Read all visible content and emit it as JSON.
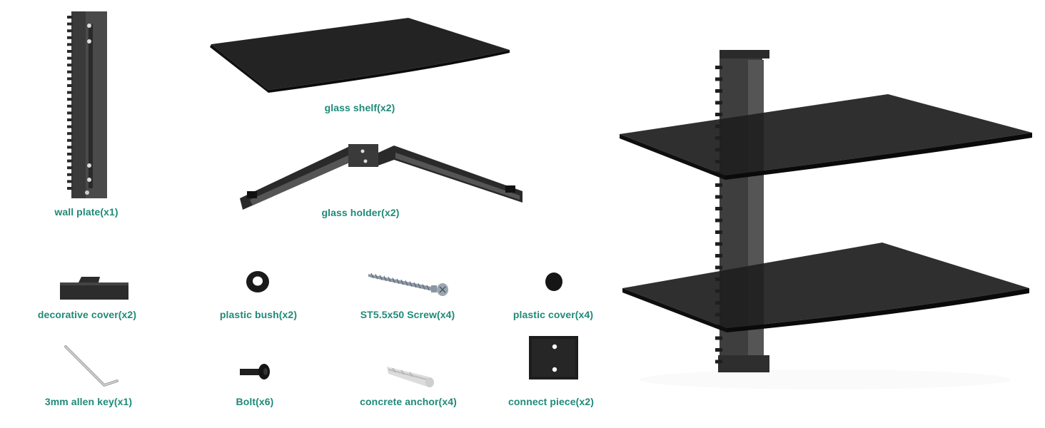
{
  "parts": {
    "wall_plate": "wall plate(x1)",
    "glass_shelf": "glass shelf(x2)",
    "glass_holder": "glass holder(x2)",
    "decorative_cover": "decorative cover(x2)",
    "plastic_bush": "plastic bush(x2)",
    "screw": "ST5.5x50 Screw(x4)",
    "plastic_cover": "plastic cover(x4)",
    "allen_key": "3mm allen key(x1)",
    "bolt": "Bolt(x6)",
    "concrete_anchor": "concrete anchor(x4)",
    "connect_piece": "connect piece(x2)"
  },
  "colors": {
    "label": "#1f8a78",
    "metal_dark": "#2b2b2b",
    "glass": "#1c1c1c"
  }
}
